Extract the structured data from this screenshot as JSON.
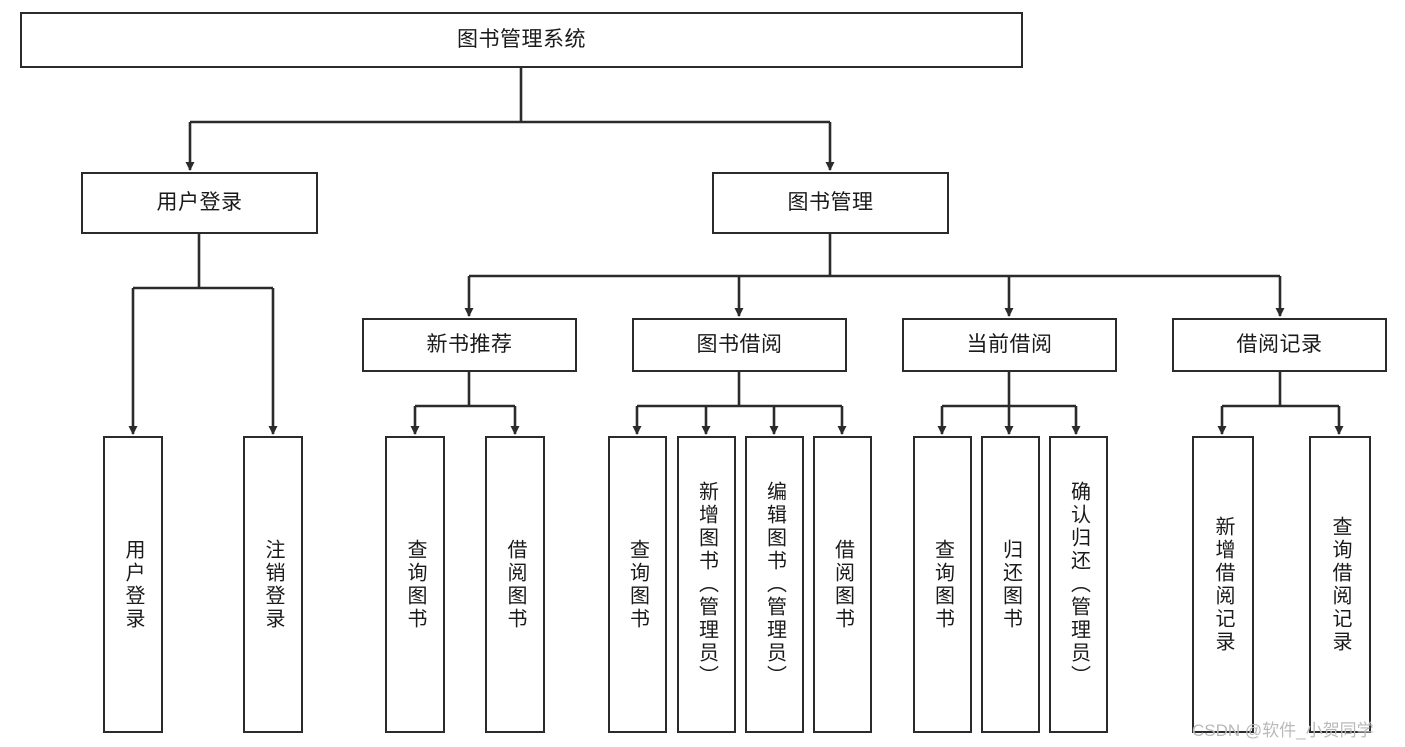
{
  "diagram": {
    "title": "图书管理系统",
    "root": {
      "label": "图书管理系统"
    },
    "level1": [
      {
        "label": "用户登录"
      },
      {
        "label": "图书管理"
      }
    ],
    "level2": [
      {
        "label": "新书推荐"
      },
      {
        "label": "图书借阅"
      },
      {
        "label": "当前借阅"
      },
      {
        "label": "借阅记录"
      }
    ],
    "leaves": {
      "user_login": [
        {
          "label": "用户登录"
        },
        {
          "label": "注销登录"
        }
      ],
      "new_book_recommend": [
        {
          "label": "查询图书"
        },
        {
          "label": "借阅图书"
        }
      ],
      "book_borrow": [
        {
          "label": "查询图书"
        },
        {
          "label": "新增图书（管理员）"
        },
        {
          "label": "编辑图书（管理员）"
        },
        {
          "label": "借阅图书"
        }
      ],
      "current_borrow": [
        {
          "label": "查询图书"
        },
        {
          "label": "归还图书"
        },
        {
          "label": "确认归还（管理员）"
        }
      ],
      "borrow_record": [
        {
          "label": "新增借阅记录"
        },
        {
          "label": "查询借阅记录"
        }
      ]
    }
  },
  "watermark": {
    "text": "CSDN @软件_小贺同学"
  },
  "colors": {
    "stroke": "#2b2b2b",
    "text": "#1a1a1a",
    "background": "#ffffff",
    "watermark": "#b9b9b9"
  }
}
